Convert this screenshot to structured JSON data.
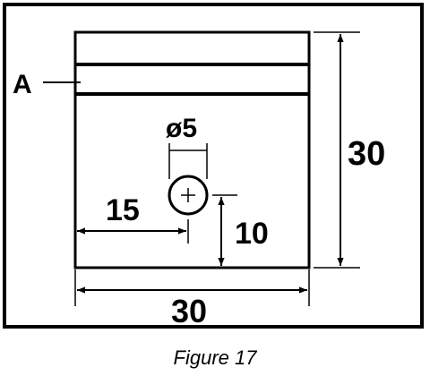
{
  "drawing": {
    "label_a": "A",
    "hole_diameter_label": "ø5",
    "hole_x_dimension": "15",
    "hole_y_dimension": "10",
    "height_dimension": "30",
    "width_dimension": "30"
  },
  "caption": "Figure 17",
  "colors": {
    "line": "#000000",
    "background": "#ffffff"
  }
}
